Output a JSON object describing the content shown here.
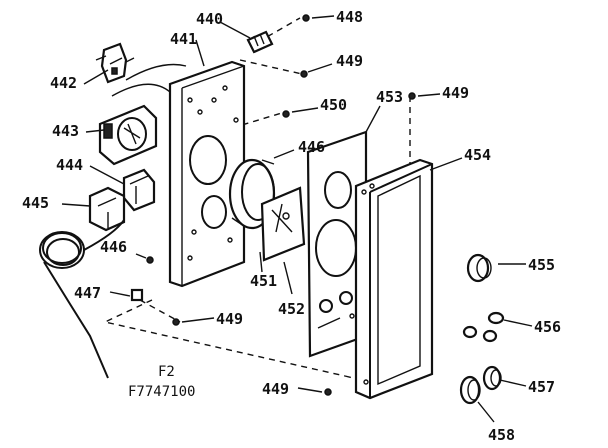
{
  "labels": {
    "p440": "440",
    "p441": "441",
    "p442": "442",
    "p443": "443",
    "p444": "444",
    "p445": "445",
    "p446a": "446",
    "p446b": "446",
    "p447": "447",
    "p448": "448",
    "p449a": "449",
    "p449b": "449",
    "p449c": "449",
    "p449d": "449",
    "p450": "450",
    "p451": "451",
    "p452": "452",
    "p453": "453",
    "p454": "454",
    "p455": "455",
    "p456": "456",
    "p457": "457",
    "p458": "458"
  },
  "caption": {
    "line1": "F2",
    "line2": "F7747100"
  }
}
